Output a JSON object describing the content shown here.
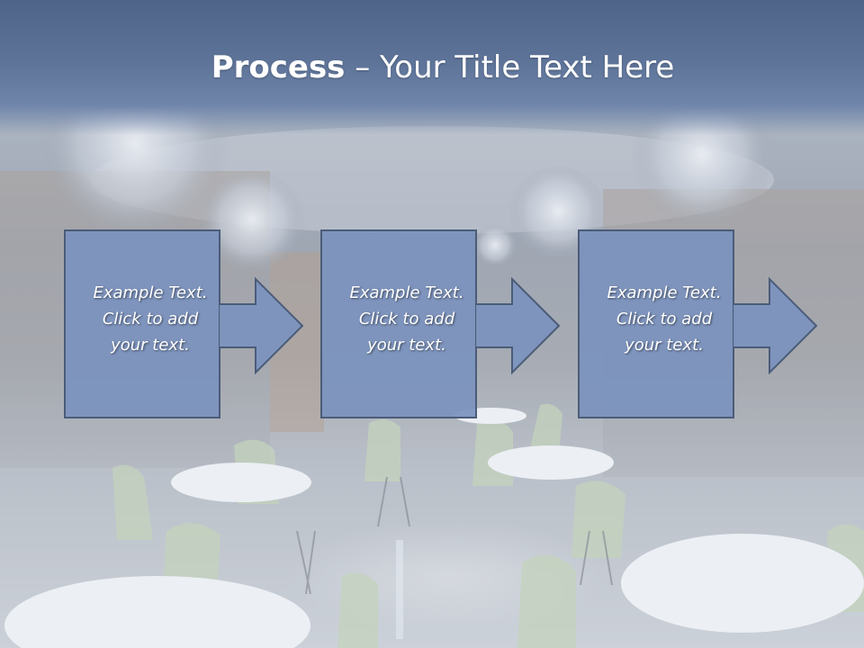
{
  "slide": {
    "title_bold": "Process",
    "title_rest": " – Your Title Text Here"
  },
  "steps": [
    {
      "lines": [
        "Example Text.",
        "Click  to add",
        "your text."
      ]
    },
    {
      "lines": [
        "Example Text.",
        "Click  to add",
        "your text."
      ]
    },
    {
      "lines": [
        "Example Text.",
        "Click  to add",
        "your text."
      ]
    }
  ]
}
